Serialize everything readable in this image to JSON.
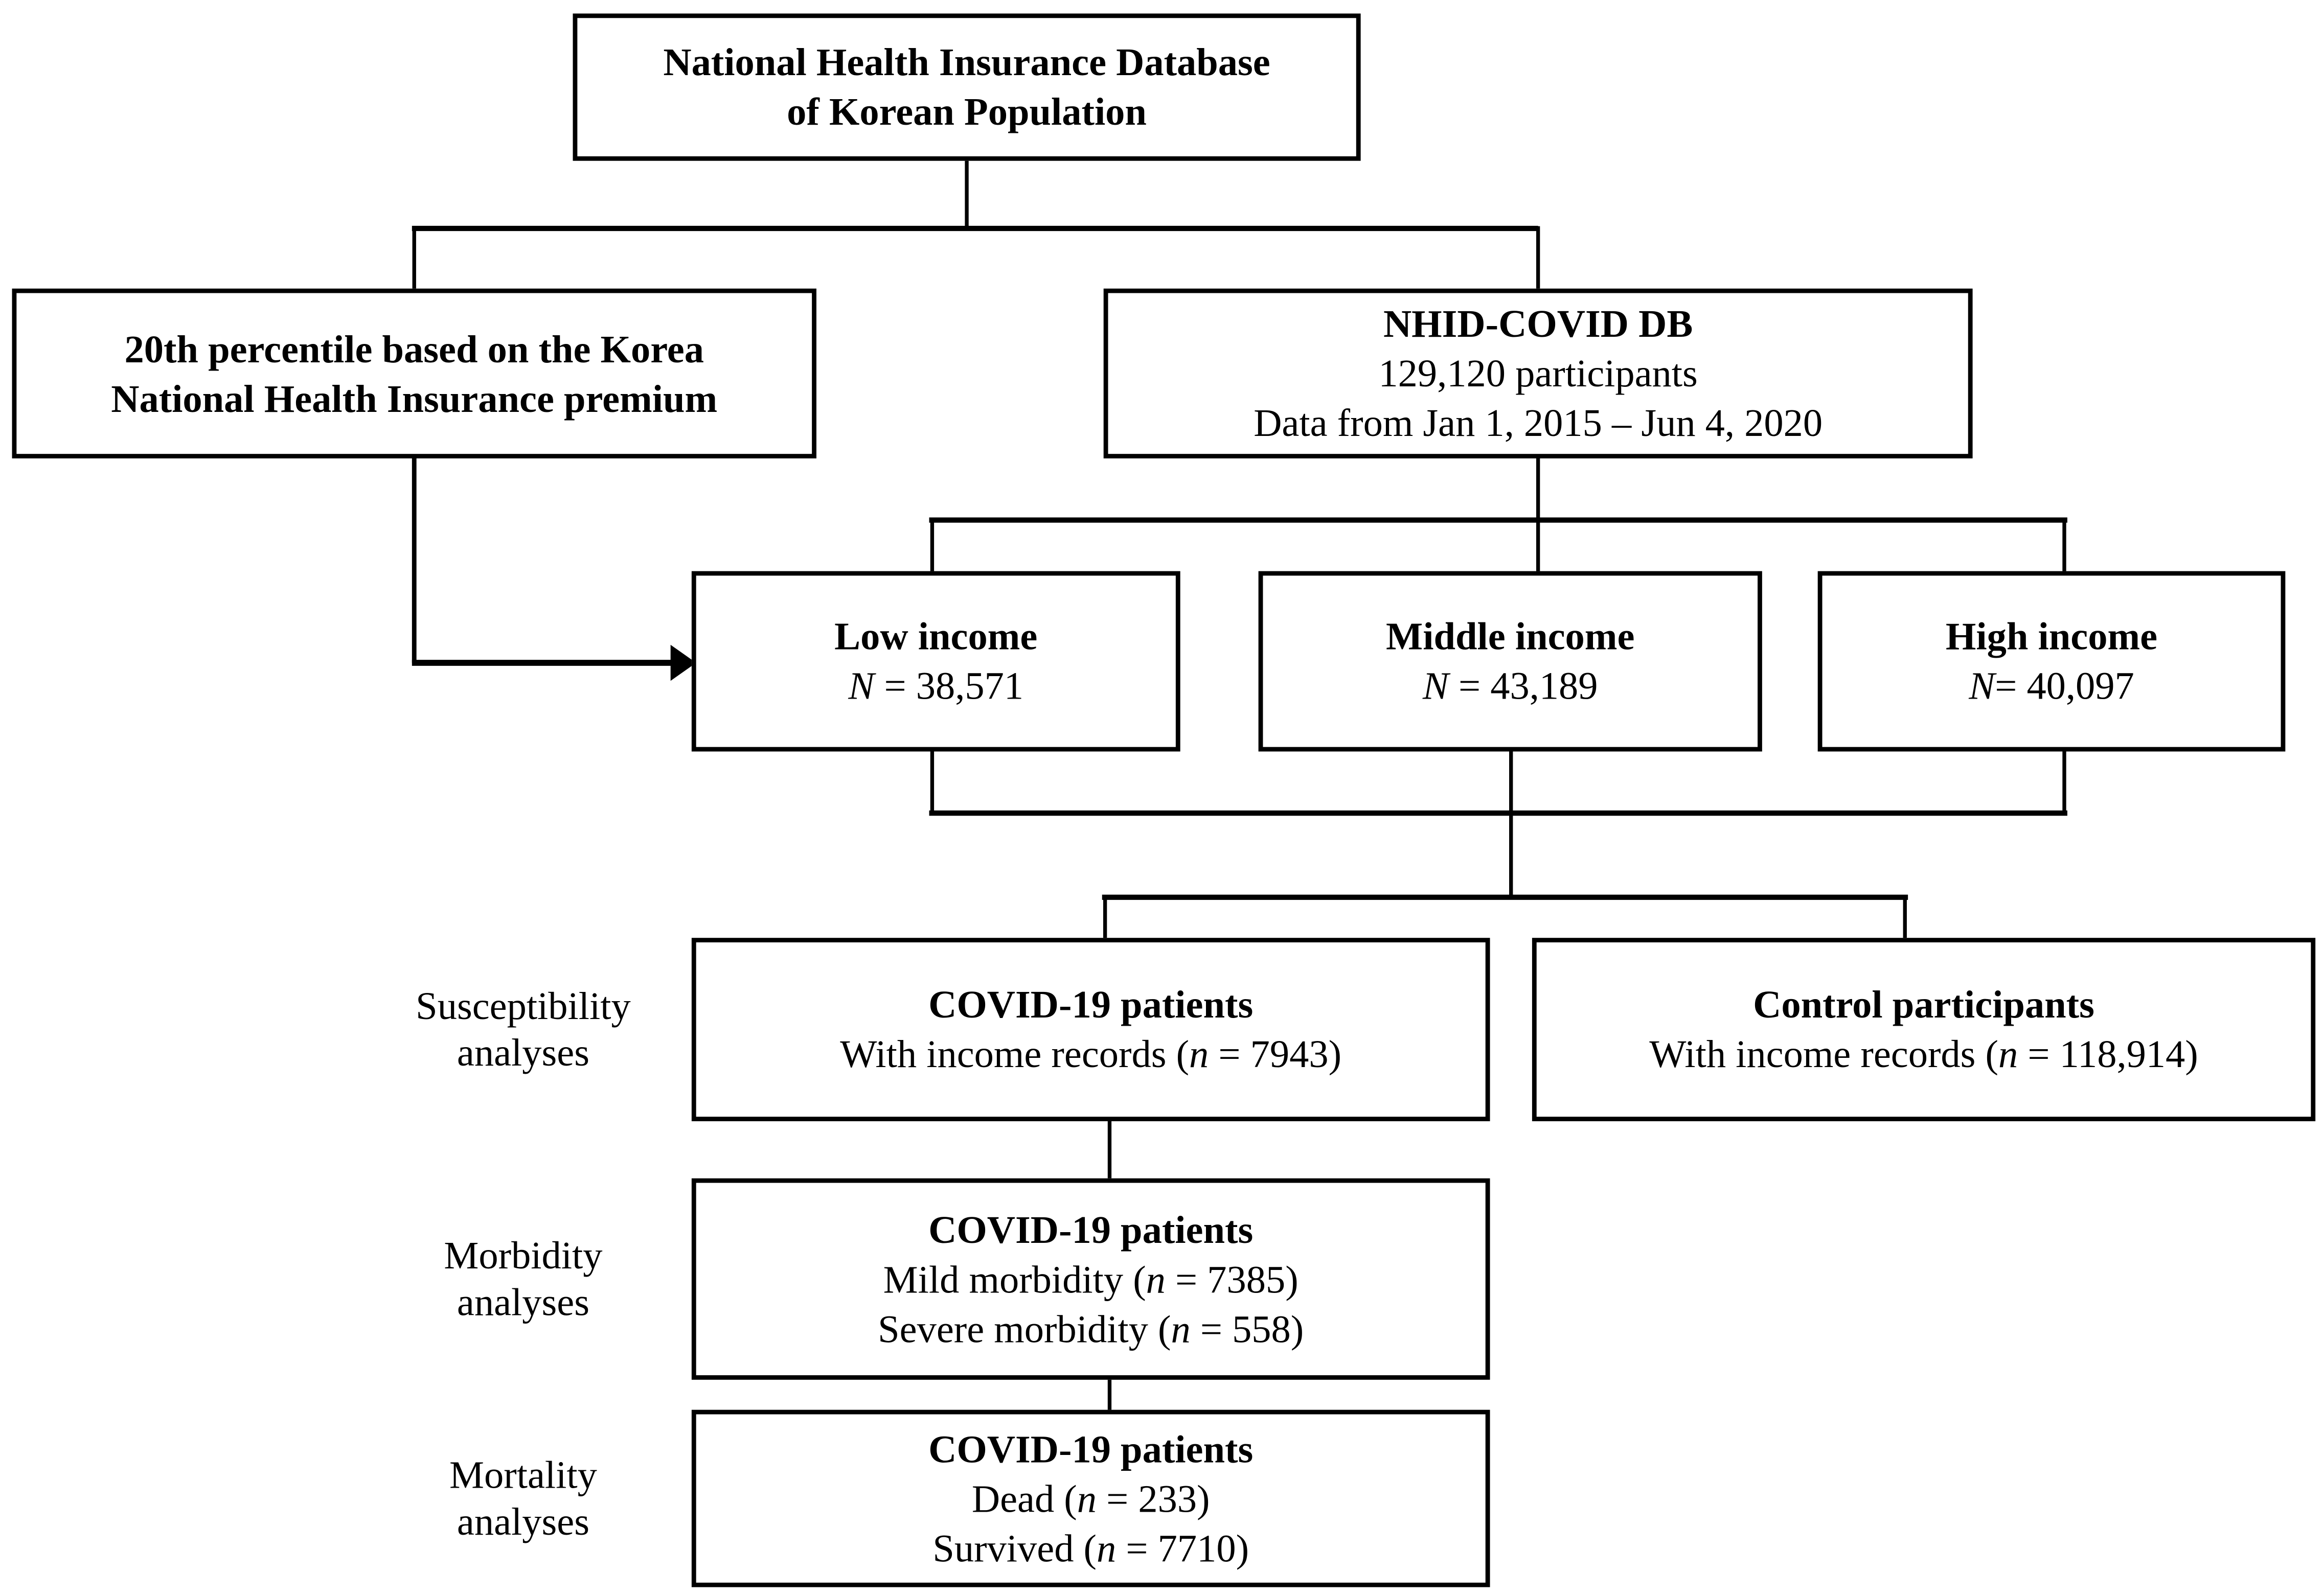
{
  "colors": {
    "line": "#000000",
    "background": "#ffffff",
    "text": "#000000"
  },
  "boxes": {
    "top": {
      "line1": "National Health Insurance Database",
      "line2": "of Korean Population"
    },
    "percentile": {
      "line1": "20th percentile based on the Korea",
      "line2": "National Health Insurance premium"
    },
    "nhid": {
      "title": "NHID-COVID DB",
      "participants": "129,120 participants",
      "daterange": "Data from Jan 1, 2015 – Jun 4, 2020"
    },
    "low_income": {
      "title": "Low income",
      "n_label": "N",
      "n_value": " = 38,571"
    },
    "middle_income": {
      "title": "Middle income",
      "n_label": "N",
      "n_value": " = 43,189"
    },
    "high_income": {
      "title": "High income",
      "n_label": "N",
      "n_value": "= 40,097"
    },
    "covid_susceptibility": {
      "title": "COVID-19 patients",
      "line2_pre": "With income records (",
      "line2_var": "n",
      "line2_post": " = 7943)"
    },
    "control": {
      "title": "Control participants",
      "line2_pre": "With income records (",
      "line2_var": "n",
      "line2_post": " = 118,914)"
    },
    "covid_morbidity": {
      "title": "COVID-19 patients",
      "line2_pre": "Mild morbidity (",
      "line2_var": "n",
      "line2_post": " = 7385)",
      "line3_pre": "Severe morbidity (",
      "line3_var": "n",
      "line3_post": " = 558)"
    },
    "covid_mortality": {
      "title": "COVID-19 patients",
      "line2_pre": "Dead (",
      "line2_var": "n",
      "line2_post": " = 233)",
      "line3_pre": "Survived (",
      "line3_var": "n",
      "line3_post": " = 7710)"
    }
  },
  "row_labels": {
    "susceptibility": {
      "line1": "Susceptibility",
      "line2": "analyses"
    },
    "morbidity": {
      "line1": "Morbidity",
      "line2": "analyses"
    },
    "mortality": {
      "line1": "Mortality",
      "line2": "analyses"
    }
  }
}
